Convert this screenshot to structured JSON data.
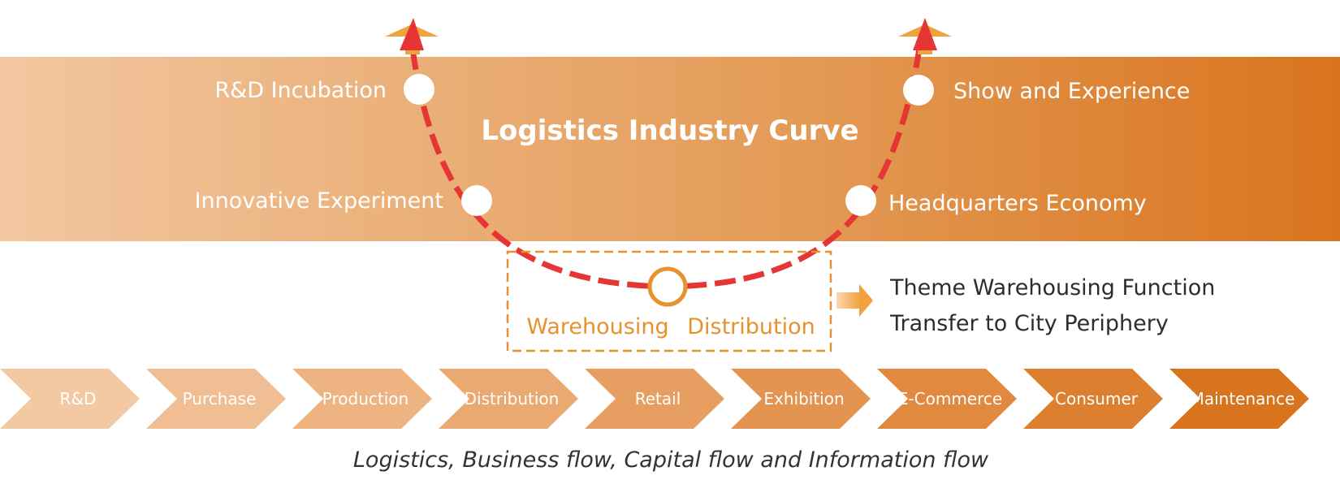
{
  "title": "Logistics Industry Curve",
  "left_nodes": {
    "top": "R&D Incubation",
    "bottom": "Innovative Experiment"
  },
  "right_nodes": {
    "top": "Show and Experience",
    "bottom": "Headquarters Economy"
  },
  "center_node": {
    "label_left": "Warehousing",
    "label_right": "Distribution"
  },
  "transfer_note": {
    "line1": "Theme Warehousing Function",
    "line2": "Transfer to City Periphery"
  },
  "chain": [
    "R&D",
    "Purchase",
    "Production",
    "Distribution",
    "Retail",
    "Exhibition",
    "E-Commerce",
    "Consumer",
    "Maintenance"
  ],
  "footer": "Logistics, Business flow, Capital flow and Information flow",
  "colors": {
    "band_start": "#f2c7a0",
    "band_end": "#d9741e",
    "curve": "#e63535",
    "accent": "#e8922e",
    "arrow_under": "#f0a23c"
  }
}
